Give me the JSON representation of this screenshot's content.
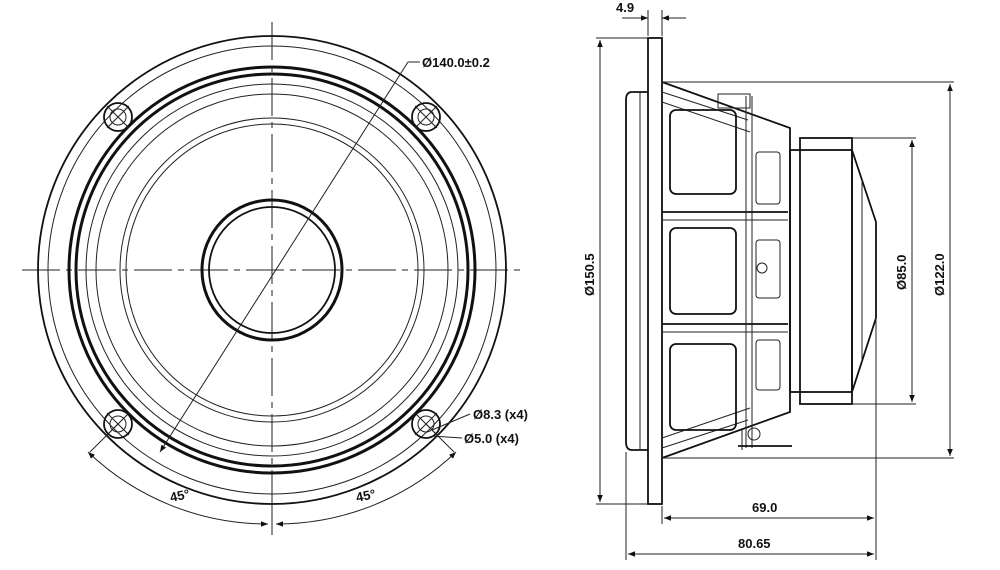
{
  "front_view": {
    "outer_diameter_label": "Ø140.0±0.2",
    "hole_large_label": "Ø8.3 (x4)",
    "hole_small_label": "Ø5.0 (x4)",
    "angle_left_label": "45°",
    "angle_right_label": "45°"
  },
  "side_view": {
    "flange_thickness_label": "4.9",
    "overall_diameter_label": "Ø150.5",
    "magnet_diameter_label": "Ø85.0",
    "basket_diameter_label": "Ø122.0",
    "mounting_depth_label": "69.0",
    "overall_depth_label": "80.65"
  }
}
